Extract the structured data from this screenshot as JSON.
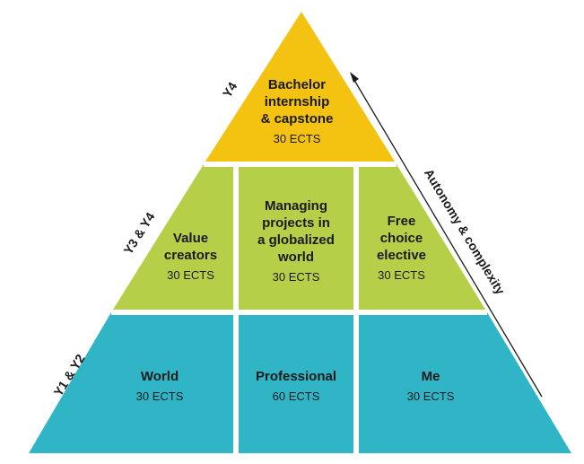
{
  "colors": {
    "top": "#f4c312",
    "middle": "#b6cf49",
    "bottom": "#2fb5c6",
    "border": "#ffffff"
  },
  "side_label": "Autonomy & complexity",
  "levels": [
    {
      "label": "Y4",
      "blocks": [
        {
          "title": "Bachelor\ninternship\n& capstone",
          "credits": "30 ECTS"
        }
      ]
    },
    {
      "label": "Y3 & Y4",
      "blocks": [
        {
          "title": "Value\ncreators",
          "credits": "30 ECTS"
        },
        {
          "title": "Managing\nprojects in\na globalized\nworld",
          "credits": "30 ECTS"
        },
        {
          "title": "Free\nchoice\nelective",
          "credits": "30 ECTS"
        }
      ]
    },
    {
      "label": "Y1 & Y2",
      "blocks": [
        {
          "title": "World",
          "credits": "30 ECTS"
        },
        {
          "title": "Professional",
          "credits": "60 ECTS"
        },
        {
          "title": "Me",
          "credits": "30 ECTS"
        }
      ]
    }
  ]
}
